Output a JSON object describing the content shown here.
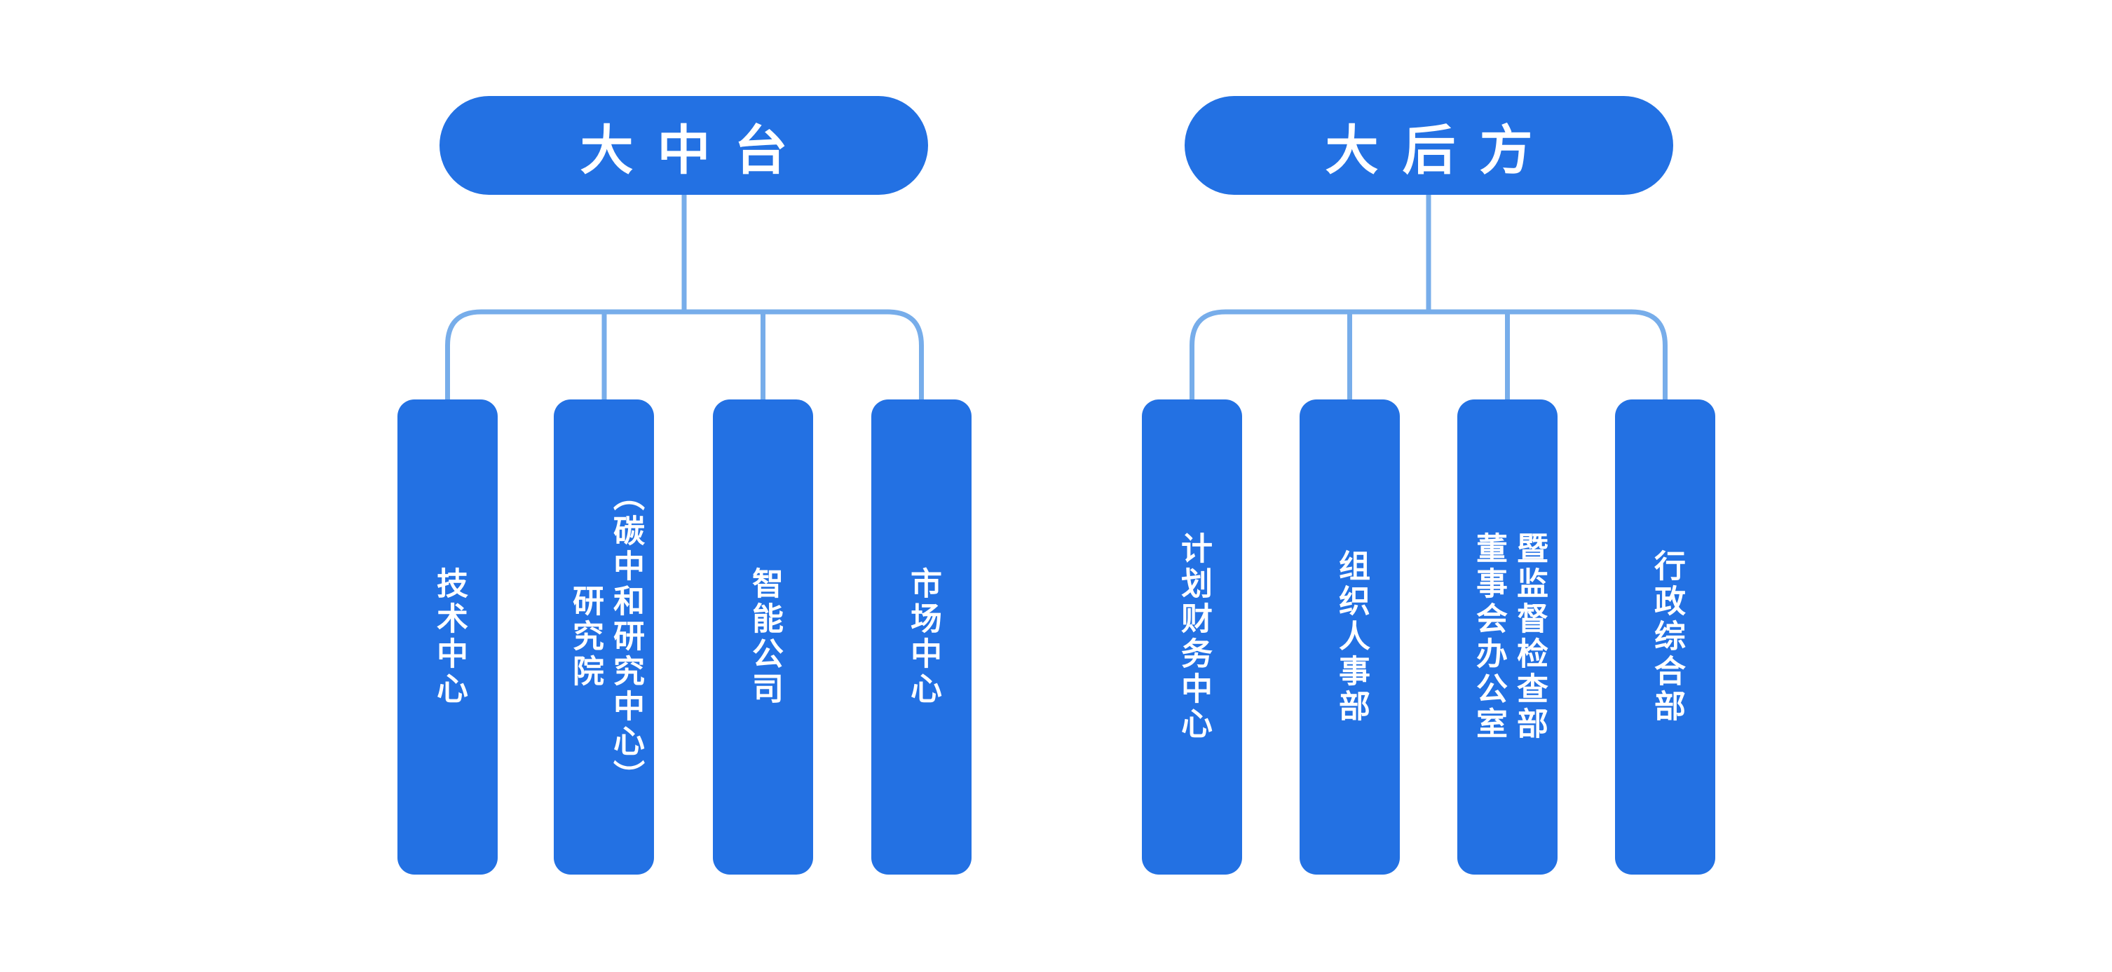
{
  "diagram": {
    "type": "org-chart",
    "background_color": "#ffffff",
    "node_color": "#2371E3",
    "connector_color": "#77ADEA",
    "text_color": "#ffffff",
    "trees": [
      {
        "root": "大中台",
        "children": [
          {
            "label": "技术中心",
            "lines": [
              "技术中心"
            ]
          },
          {
            "label": "研究院（碳中和研究中心）",
            "lines": [
              "研究院",
              "（碳中和研究中心）"
            ]
          },
          {
            "label": "智能公司",
            "lines": [
              "智能公司"
            ]
          },
          {
            "label": "市场中心",
            "lines": [
              "市场中心"
            ]
          }
        ]
      },
      {
        "root": "大后方",
        "children": [
          {
            "label": "计划财务中心",
            "lines": [
              "计划财务中心"
            ]
          },
          {
            "label": "组织人事部",
            "lines": [
              "组织人事部"
            ]
          },
          {
            "label": "董事会办公室暨监督检查部",
            "lines": [
              "董事会办公室",
              "暨监督检查部"
            ]
          },
          {
            "label": "行政综合部",
            "lines": [
              "行政综合部"
            ]
          }
        ]
      }
    ]
  }
}
